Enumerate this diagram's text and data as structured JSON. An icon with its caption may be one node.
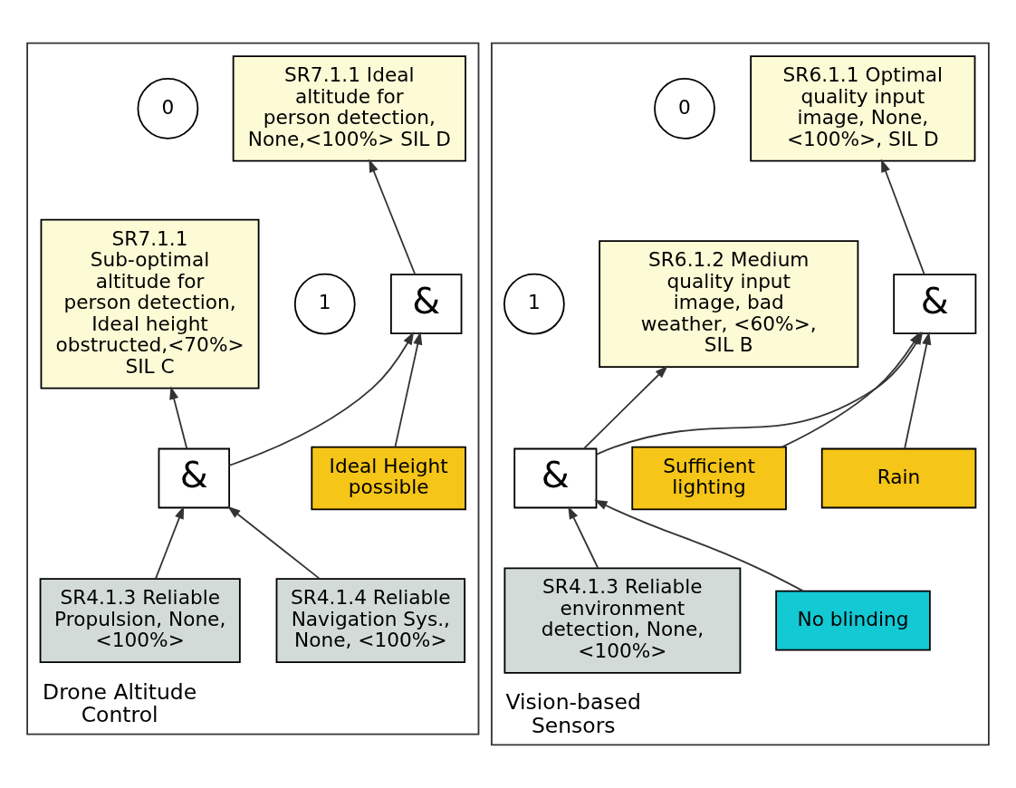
{
  "diagram": {
    "nodes": [
      {
        "text": [
          "Drone Altitude Control"
        ]
      },
      {
        "text": [
          "SR7.1.1 Ideal altitude for person detection, None,<100%> SIL D"
        ],
        "in": 0
      },
      {
        "text": [
          "SR7.1.1 Sub-optimal altitude for person detection, Ideal height obstructed,<70%> SIL C"
        ],
        "in": 0
      },
      {
        "text": [
          "0"
        ],
        "in": 0
      },
      {
        "text": [
          "1"
        ],
        "in": 0
      },
      {
        "text": [
          "&"
        ],
        "in": 0
      },
      {
        "text": [
          "&"
        ],
        "in": 0
      },
      {
        "text": [
          "Ideal Height possible"
        ],
        "in": 0
      },
      {
        "text": [
          "SR4.1.4 Reliable Navigation Sys., None, <100%>"
        ],
        "in": 0
      },
      {
        "text": [
          "SR4.1.3 Reliable Propulsion, None, <100%>"
        ],
        "in": 0
      },
      {
        "text": [
          "Vision-based Sensors"
        ]
      },
      {
        "text": [
          "SR6.1.1 Optimal quality input image, None, <100%>, SIL D"
        ],
        "in": 10
      },
      {
        "text": [
          "SR6.1.2 Medium quality input image, bad weather, <60%>, SIL B"
        ],
        "in": 10
      },
      {
        "text": [
          "0"
        ],
        "in": 10
      },
      {
        "text": [
          "1"
        ],
        "in": 10
      },
      {
        "text": [
          "&"
        ],
        "in": 10
      },
      {
        "text": [
          "&"
        ],
        "in": 10
      },
      {
        "text": [
          "Rain"
        ],
        "in": 10
      },
      {
        "text": [
          "Sufficient lighting"
        ],
        "in": 10
      },
      {
        "text": [
          "No blinding"
        ],
        "in": 10
      },
      {
        "text": [
          "SR4.1.3 Reliable environment detection, None, <100%>"
        ],
        "in": 10
      }
    ],
    "edges": [
      {
        "from": 5,
        "to": 1,
        "arrow": "to"
      },
      {
        "from": 6,
        "to": 2,
        "arrow": "to"
      },
      {
        "from": 6,
        "to": 5,
        "arrow": "to"
      },
      {
        "from": 7,
        "to": 5,
        "arrow": "to"
      },
      {
        "from": 8,
        "to": 6,
        "arrow": "to"
      },
      {
        "from": 9,
        "to": 6,
        "arrow": "to"
      },
      {
        "from": 15,
        "to": 11,
        "arrow": "to"
      },
      {
        "from": 16,
        "to": 12,
        "arrow": "to"
      },
      {
        "from": 16,
        "to": 15,
        "arrow": "to"
      },
      {
        "from": 17,
        "to": 15,
        "arrow": "to"
      },
      {
        "from": 18,
        "to": 15,
        "arrow": "to"
      },
      {
        "from": 19,
        "to": 16,
        "arrow": "to"
      },
      {
        "from": 20,
        "to": 16,
        "arrow": "to"
      }
    ]
  }
}
